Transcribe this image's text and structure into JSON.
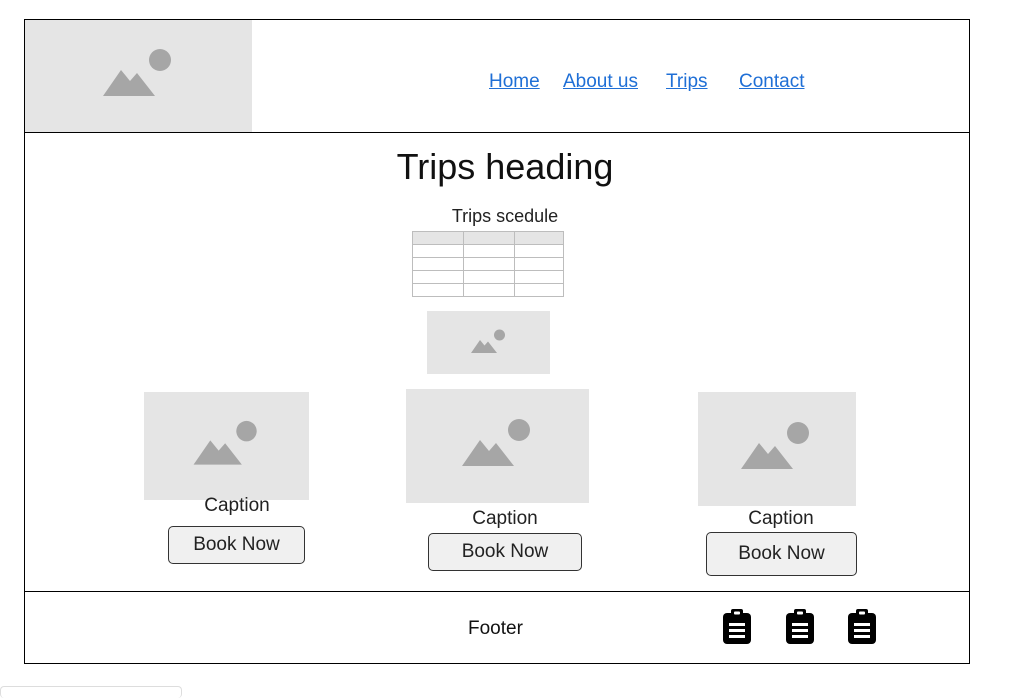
{
  "header": {
    "nav": [
      "Home",
      "About us",
      "Trips",
      "Contact"
    ]
  },
  "main": {
    "heading": "Trips heading",
    "table_caption": "Trips scedule",
    "cards": [
      {
        "caption": "Caption",
        "button": "Book Now"
      },
      {
        "caption": "Caption",
        "button": "Book Now"
      },
      {
        "caption": "Caption",
        "button": "Book Now"
      }
    ]
  },
  "footer": {
    "text": "Footer",
    "icons": [
      "clipboard-icon",
      "clipboard-icon",
      "clipboard-icon"
    ]
  },
  "colors": {
    "link": "#1f6fd6",
    "placeholder_bg": "#e5e5e5",
    "placeholder_glyph": "#a6a6a6"
  }
}
